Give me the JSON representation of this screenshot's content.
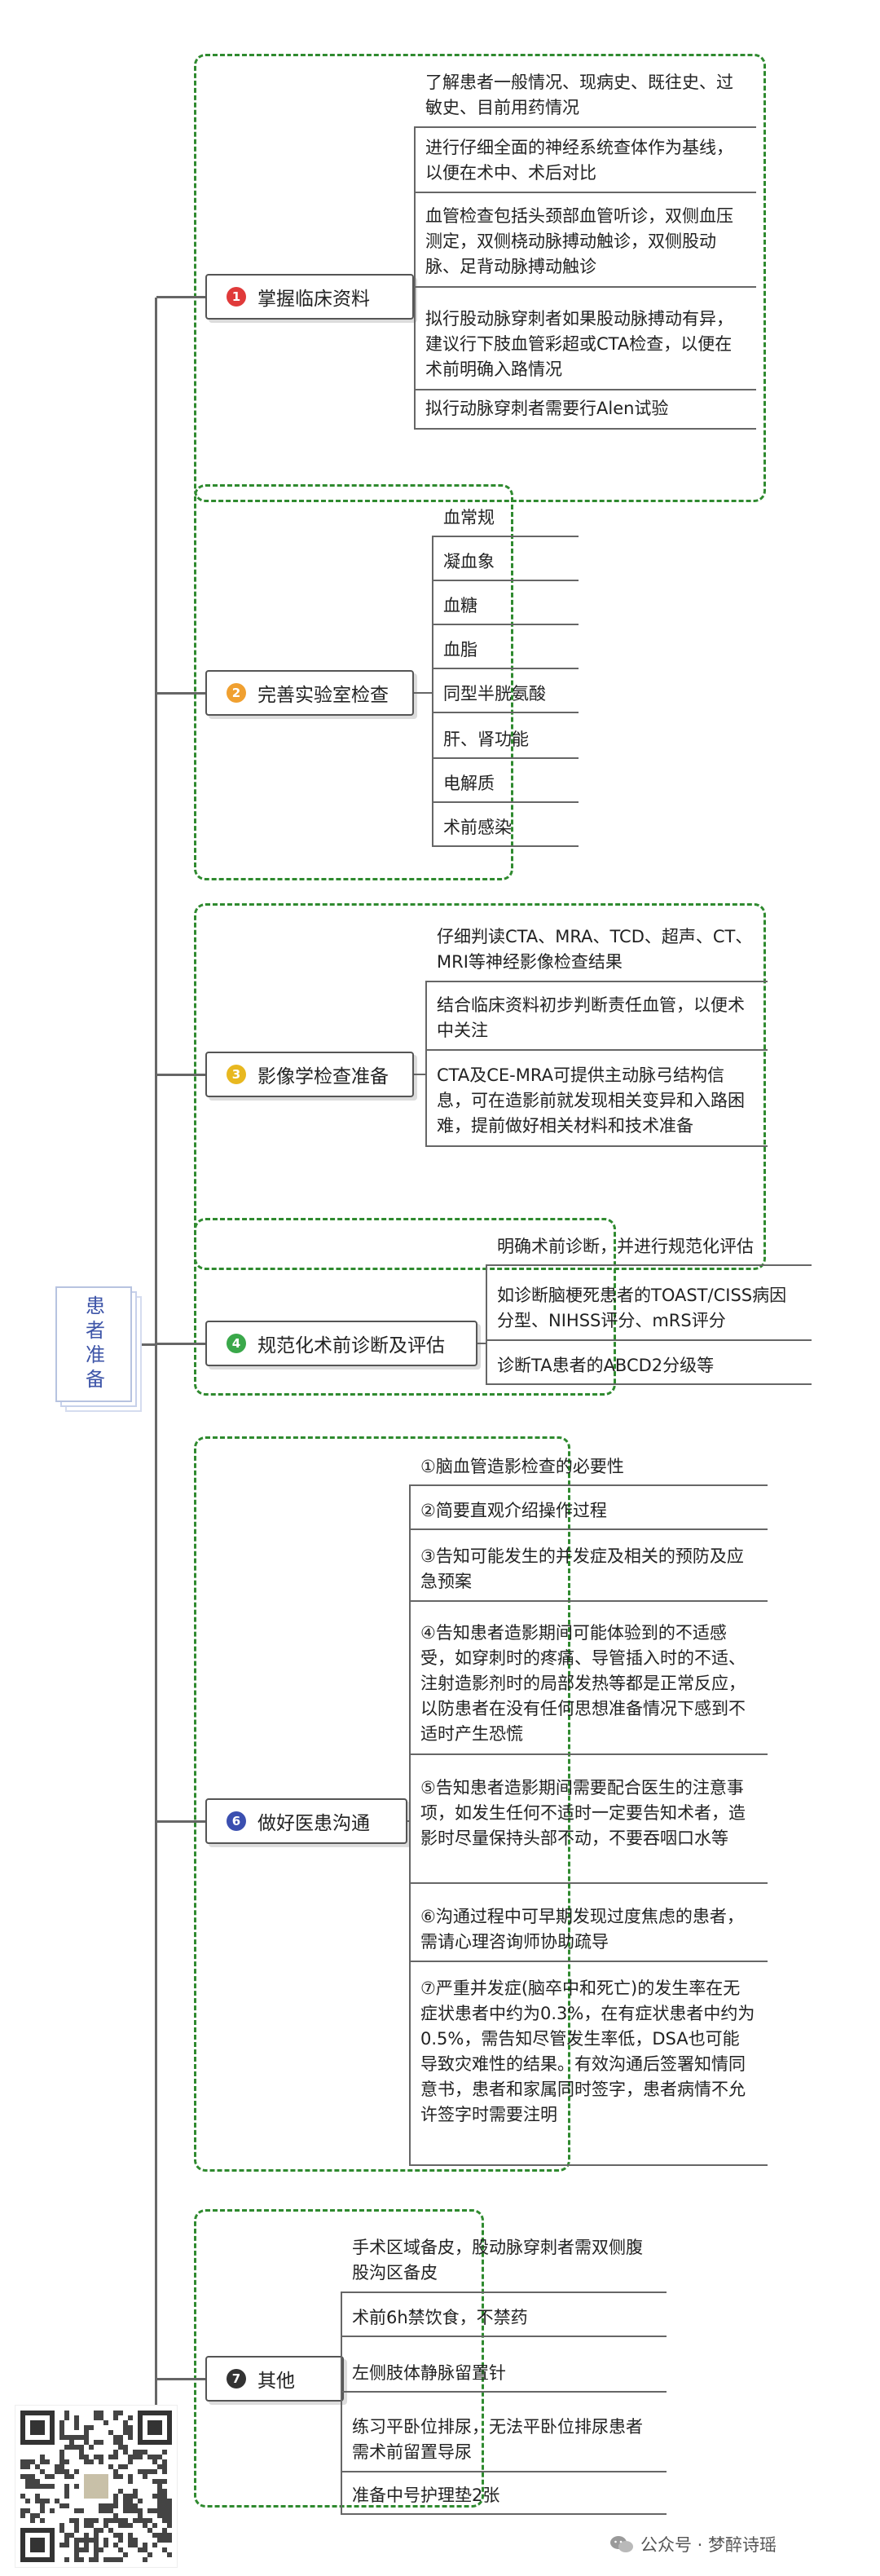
{
  "root": {
    "label": "患者准备"
  },
  "colors": {
    "group_border": "#2f8a2f",
    "root_text": "#3e55a8",
    "badge1": "#e03a3a",
    "badge2": "#f0a030",
    "badge3": "#e8b820",
    "badge4": "#3aa84a",
    "badge6": "#3b4fb0",
    "badge7": "#333333"
  },
  "branches": [
    {
      "badge": "1",
      "title": "掌握临床资料",
      "items": [
        "了解患者一般情况、现病史、既往史、过敏史、目前用药情况",
        "进行仔细全面的神经系统查体作为基线，以便在术中、术后对比",
        "血管检查包括头颈部血管听诊，双侧血压测定，双侧桡动脉搏动触诊，双侧股动脉、足背动脉搏动触诊",
        "拟行股动脉穿刺者如果股动脉搏动有异，建议行下肢血管彩超或CTA检查，以便在术前明确入路情况",
        "拟行动脉穿刺者需要行Alen试验"
      ]
    },
    {
      "badge": "2",
      "title": "完善实验室检查",
      "items": [
        "血常规",
        "凝血象",
        "血糖",
        "血脂",
        "同型半胱氨酸",
        "肝、肾功能",
        "电解质",
        "术前感染"
      ]
    },
    {
      "badge": "3",
      "title": "影像学检查准备",
      "items": [
        "仔细判读CTA、MRA、TCD、超声、CT、MRI等神经影像检查结果",
        "结合临床资料初步判断责任血管，以便术中关注",
        "CTA及CE-MRA可提供主动脉弓结构信息，可在造影前就发现相关变异和入路困难，提前做好相关材料和技术准备"
      ]
    },
    {
      "badge": "4",
      "title": "规范化术前诊断及评估",
      "items": [
        "明确术前诊断，并进行规范化评估",
        "如诊断脑梗死患者的TOAST/CISS病因分型、NIHSS评分、mRS评分",
        "诊断TA患者的ABCD2分级等"
      ]
    },
    {
      "badge": "6",
      "title": "做好医患沟通",
      "items": [
        "①脑血管造影检查的必要性",
        "②简要直观介绍操作过程",
        "③告知可能发生的并发症及相关的预防及应急预案",
        "④告知患者造影期间可能体验到的不适感受，如穿刺时的疼痛、导管插入时的不适、注射造影剂时的局部发热等都是正常反应，以防患者在没有任何思想准备情况下感到不适时产生恐慌",
        "⑤告知患者造影期间需要配合医生的注意事项，如发生任何不适时一定要告知术者，造影时尽量保持头部不动，不要吞咽口水等",
        "⑥沟通过程中可早期发现过度焦虑的患者，需请心理咨询师协助疏导",
        "⑦严重并发症(脑卒中和死亡)的发生率在无症状患者中约为0.3%，在有症状患者中约为0.5%，需告知尽管发生率低，DSA也可能导致灾难性的结果。有效沟通后签署知情同意书，患者和家属同时签字，患者病情不允许签字时需要注明"
      ]
    },
    {
      "badge": "7",
      "title": "其他",
      "items": [
        "手术区域备皮，股动脉穿刺者需双侧腹股沟区备皮",
        "术前6h禁饮食，不禁药",
        "左侧肢体静脉留置针",
        "练习平卧位排尿，无法平卧位排尿患者需术前留置导尿",
        "准备中号护理垫2张"
      ]
    }
  ],
  "watermark": {
    "text": "公众号 · 梦醉诗瑶"
  }
}
